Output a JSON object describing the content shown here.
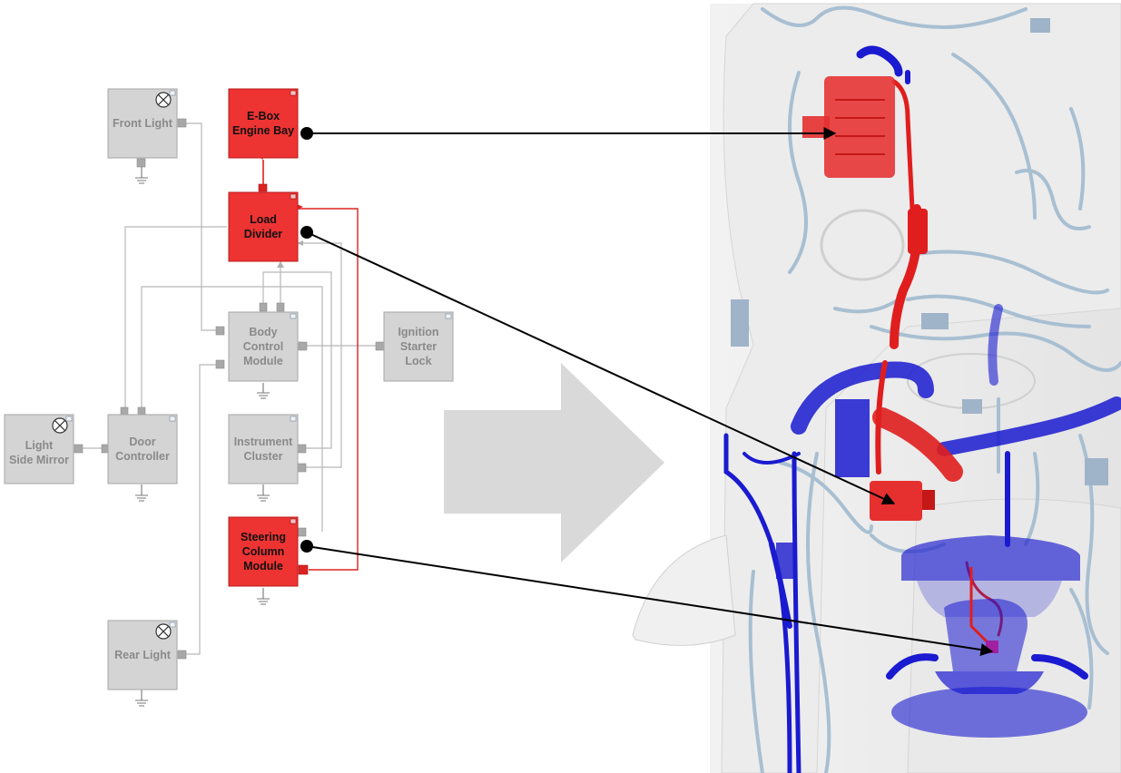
{
  "diagram": {
    "modules": {
      "front_light": {
        "lines": [
          "Front Light"
        ],
        "active": false
      },
      "ebox": {
        "lines": [
          "E-Box",
          "Engine Bay"
        ],
        "active": true
      },
      "load_divider": {
        "lines": [
          "Load",
          "Divider"
        ],
        "active": true
      },
      "bcm": {
        "lines": [
          "Body",
          "Control",
          "Module"
        ],
        "active": false
      },
      "ignition": {
        "lines": [
          "Ignition",
          "Starter",
          "Lock"
        ],
        "active": false
      },
      "side_mirror": {
        "lines": [
          "Light",
          "Side Mirror"
        ],
        "active": false
      },
      "door": {
        "lines": [
          "Door",
          "Controller"
        ],
        "active": false
      },
      "cluster": {
        "lines": [
          "Instrument",
          "Cluster"
        ],
        "active": false
      },
      "steering": {
        "lines": [
          "Steering",
          "Column",
          "Module"
        ],
        "active": true
      },
      "rear_light": {
        "lines": [
          "Rear Light"
        ],
        "active": false
      }
    },
    "colors": {
      "active_fill": "#ee3333",
      "inactive_fill": "#d4d4d4",
      "inactive_text": "#8a8a8a",
      "active_text": "#111111",
      "wire": "#b8b8b8",
      "power_wire": "#dd2222",
      "pointer": "#000000",
      "harness_red": "#e01e1e",
      "harness_blue": "#1a1ad0",
      "harness_light": "#a8bfd2"
    },
    "mappings": [
      {
        "from": "ebox",
        "to": "engine-bay-ebox-part"
      },
      {
        "from": "load_divider",
        "to": "load-divider-part"
      },
      {
        "from": "steering",
        "to": "steering-column-part"
      }
    ]
  }
}
